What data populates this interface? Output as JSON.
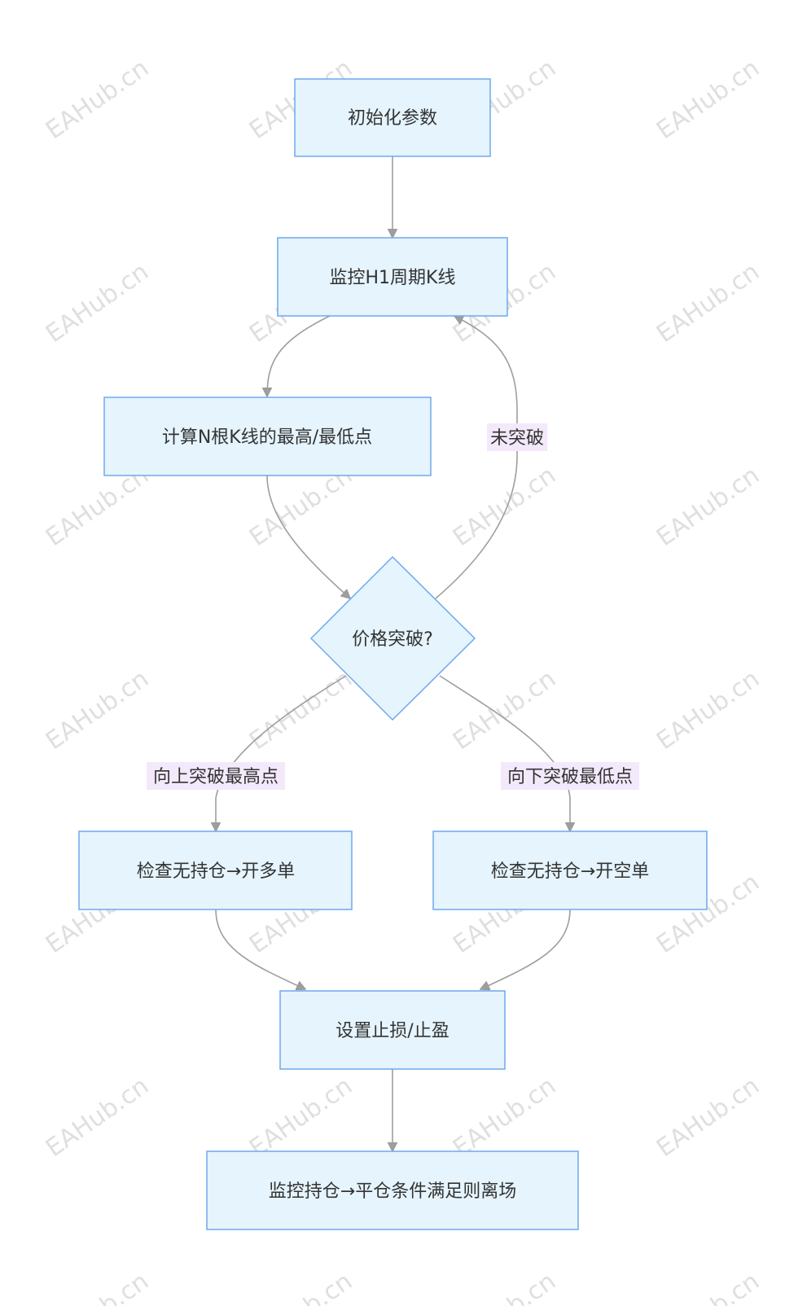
{
  "watermark": {
    "text": "EAHub.cn"
  },
  "colors": {
    "node_fill": "#e5f4fd",
    "node_border": "#6ea8ee",
    "edge": "#9e9e9e",
    "edge_label_bg": "#f3e9fb",
    "text": "#333333"
  },
  "nodes": {
    "init": {
      "label": "初始化参数"
    },
    "monitor_h1": {
      "label": "监控H1周期K线"
    },
    "calc_high_low": {
      "label": "计算N根K线的最高/最低点"
    },
    "breakout_decision": {
      "label": "价格突破?"
    },
    "open_long": {
      "label": "检查无持仓→开多单"
    },
    "open_short": {
      "label": "检查无持仓→开空单"
    },
    "set_sl_tp": {
      "label": "设置止损/止盈"
    },
    "monitor_close": {
      "label": "监控持仓→平仓条件满足则离场"
    }
  },
  "edges": {
    "no_breakout": {
      "label": "未突破"
    },
    "break_up": {
      "label": "向上突破最高点"
    },
    "break_down": {
      "label": "向下突破最低点"
    }
  }
}
